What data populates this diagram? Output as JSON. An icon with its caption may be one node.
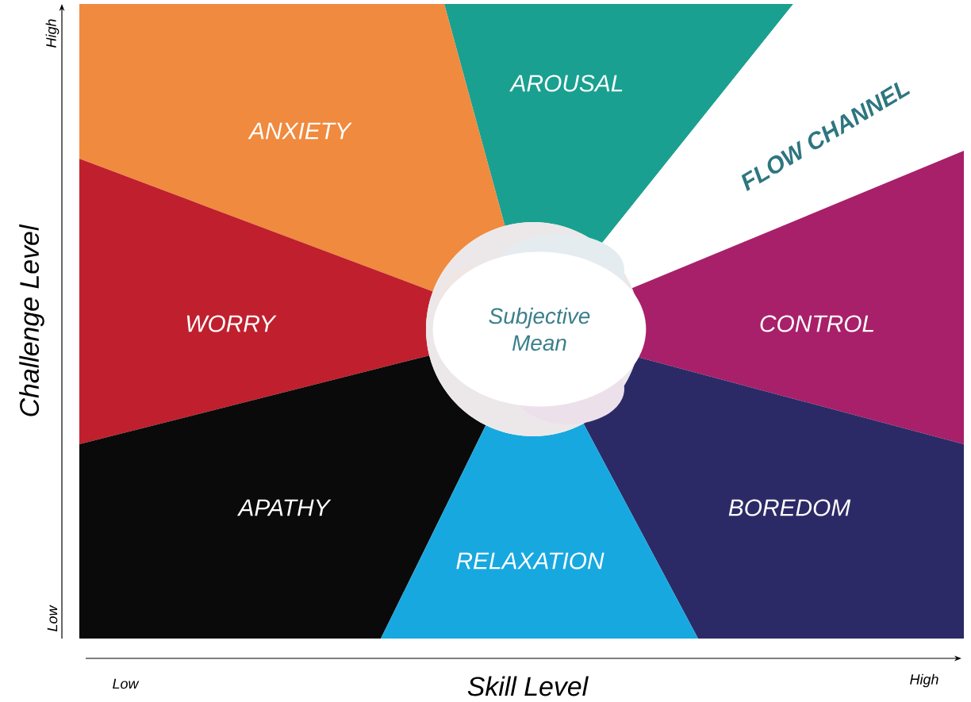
{
  "diagram": {
    "nodes": [
      {
        "text": [
          "AROUSAL"
        ]
      },
      {
        "text": [
          "FLOW CHANNEL"
        ]
      },
      {
        "text": [
          "ANXIETY"
        ]
      },
      {
        "text": [
          "WORRY"
        ]
      },
      {
        "text": [
          "Subjective Mean"
        ]
      },
      {
        "text": [
          "CONTROL"
        ]
      },
      {
        "text": [
          "APATHY"
        ]
      },
      {
        "text": [
          "BOREDOM"
        ]
      },
      {
        "text": [
          "RELAXATION"
        ]
      }
    ],
    "labels": [
      "High",
      "Challenge Level",
      "Low",
      "Low",
      "Skill Level",
      "High"
    ]
  }
}
